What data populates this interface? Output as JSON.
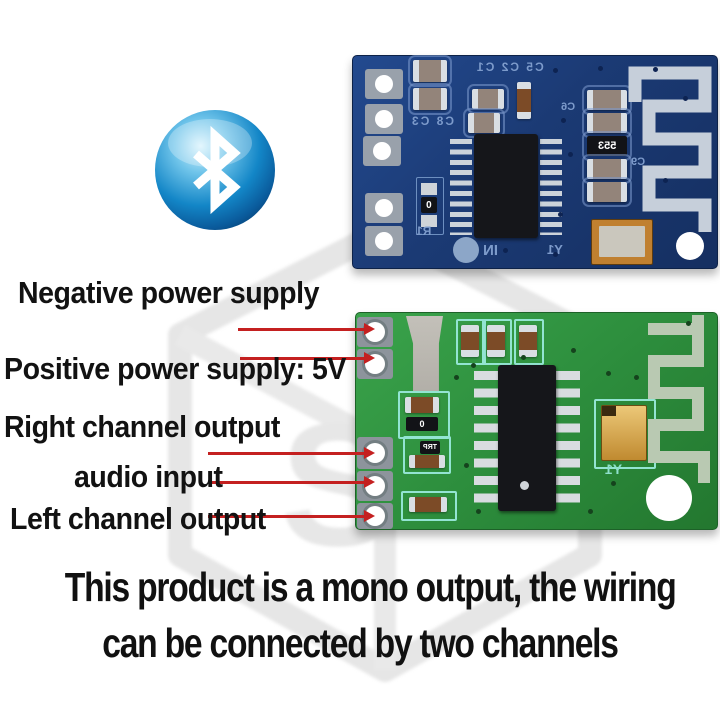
{
  "annotations": {
    "negative_power": "Negative power supply",
    "positive_power": "Positive power supply: 5V",
    "right_channel": "Right channel output",
    "audio_input": "audio input",
    "left_channel": "Left channel output"
  },
  "footer": {
    "line1": "This product is a mono output, the wiring",
    "line2": "can be connected by two channels"
  },
  "icons": {
    "bluetooth": "bluetooth-icon"
  },
  "boards": {
    "blue_module": {
      "silkscreen": {
        "caps_top": "C5 C2 C1",
        "caps_left": "C8 C3",
        "c6": "C6",
        "c9": "C9",
        "r1": "R1",
        "zero": "0",
        "in": "IN",
        "y1": "Y1",
        "chip_553": "553"
      }
    },
    "green_module": {
      "silkscreen": {
        "zero": "0",
        "trp": "TRP",
        "y1": "Y1"
      }
    }
  },
  "colors": {
    "arrow_red": "#c42020",
    "blue_pcb": "#1b3a74",
    "green_pcb": "#2d8e3d",
    "bluetooth_blue": "#1386c7",
    "text_black": "#111111",
    "silkscreen_blue": "#7d9bcb",
    "silkscreen_teal": "#8fe0cc"
  }
}
